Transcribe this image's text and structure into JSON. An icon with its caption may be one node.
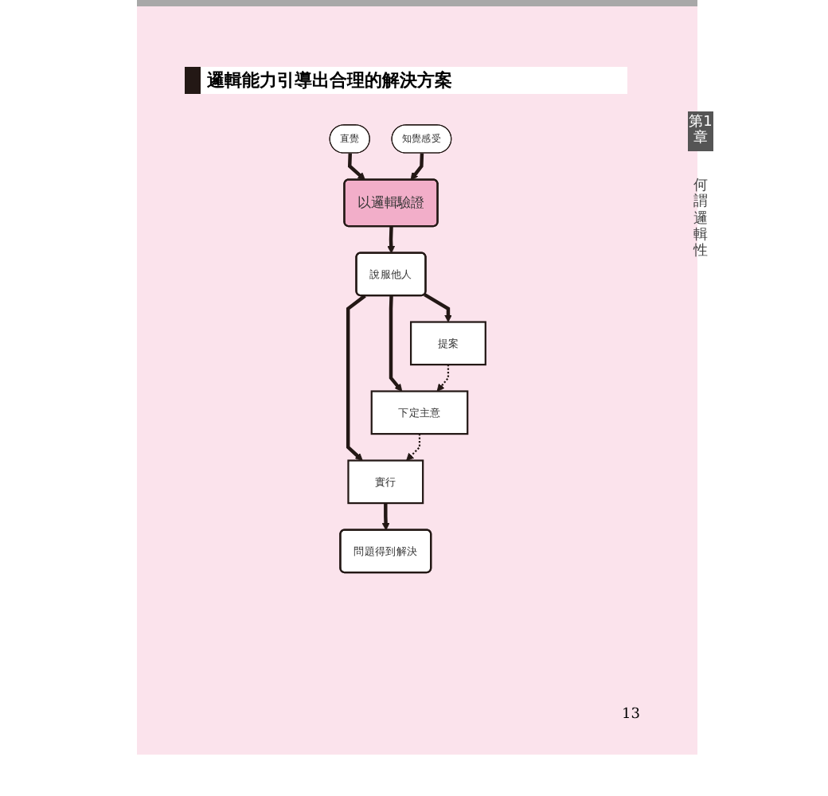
{
  "diagram": {
    "title": "邏輯能力引導出合理的解決方案",
    "nodes": [
      {
        "text": [
          "直覺"
        ]
      },
      {
        "text": [
          "知覺感受"
        ]
      },
      {
        "text": [
          "以邏輯驗證"
        ]
      },
      {
        "text": [
          "說服他人"
        ]
      },
      {
        "text": [
          "提案"
        ]
      },
      {
        "text": [
          "下定主意"
        ]
      },
      {
        "text": [
          "實行"
        ]
      },
      {
        "text": [
          "問題得到解決"
        ]
      }
    ],
    "edges": [
      {
        "from": 0,
        "to": 2,
        "arrow": "to"
      },
      {
        "from": 1,
        "to": 2,
        "arrow": "to"
      },
      {
        "from": 2,
        "to": 3,
        "arrow": "to"
      },
      {
        "from": 3,
        "to": 4,
        "arrow": "to"
      },
      {
        "from": 3,
        "to": 5,
        "arrow": "to"
      },
      {
        "from": 3,
        "to": 6,
        "arrow": "to"
      },
      {
        "from": 4,
        "to": 5,
        "arrow": "to",
        "style": "dashed"
      },
      {
        "from": 5,
        "to": 6,
        "arrow": "to",
        "style": "dashed"
      },
      {
        "from": 6,
        "to": 7,
        "arrow": "to"
      }
    ],
    "labels": [
      "第1章",
      "何謂邏輯性",
      "13"
    ]
  }
}
